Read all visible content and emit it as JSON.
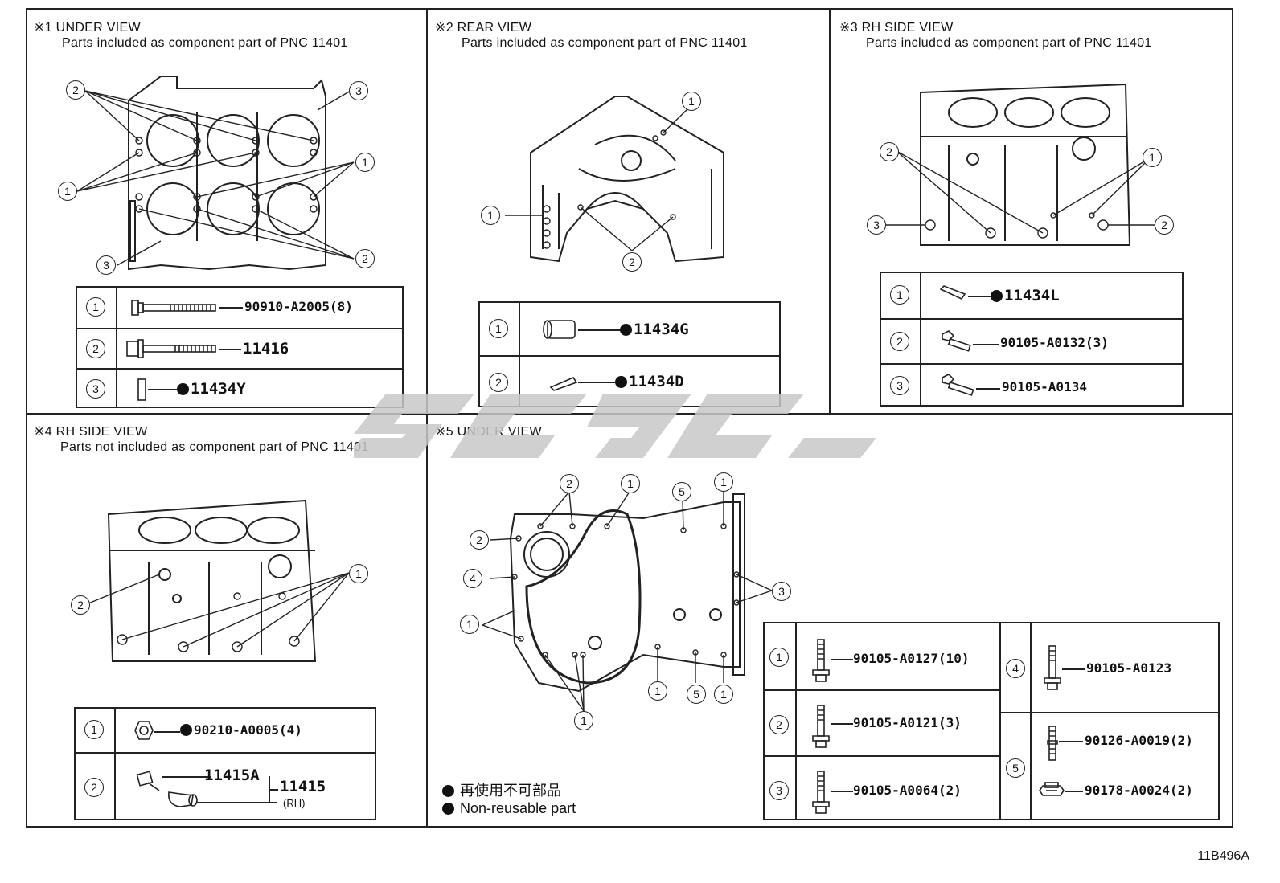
{
  "panels": [
    {
      "title": "※1 UNDER VIEW",
      "subtitle": "Parts included as component part of PNC 11401",
      "rows": [
        {
          "n": "1",
          "part": "90910-A2005(8)",
          "nr": false
        },
        {
          "n": "2",
          "part": "11416",
          "nr": false
        },
        {
          "n": "3",
          "part": "11434Y",
          "nr": true
        }
      ]
    },
    {
      "title": "※2 REAR VIEW",
      "subtitle": "Parts included as component part of PNC 11401",
      "rows": [
        {
          "n": "1",
          "part": "11434G",
          "nr": true
        },
        {
          "n": "2",
          "part": "11434D",
          "nr": true
        }
      ]
    },
    {
      "title": "※3 RH SIDE VIEW",
      "subtitle": "Parts included as component part of PNC 11401",
      "rows": [
        {
          "n": "1",
          "part": "11434L",
          "nr": true
        },
        {
          "n": "2",
          "part": "90105-A0132(3)",
          "nr": false
        },
        {
          "n": "3",
          "part": "90105-A0134",
          "nr": false
        }
      ]
    },
    {
      "title": "※4 RH SIDE VIEW",
      "subtitle": "Parts not included as component part of PNC 11401",
      "rows": [
        {
          "n": "1",
          "part": "90210-A0005(4)",
          "nr": true
        },
        {
          "n": "2",
          "part_a": "11415A",
          "part_b": "11415",
          "note": "(RH)"
        }
      ]
    },
    {
      "title": "※5 UNDER VIEW",
      "left_rows": [
        {
          "n": "1",
          "part": "90105-A0127(10)"
        },
        {
          "n": "2",
          "part": "90105-A0121(3)"
        },
        {
          "n": "3",
          "part": "90105-A0064(2)"
        }
      ],
      "right_rows": [
        {
          "n": "4",
          "part": "90105-A0123"
        },
        {
          "n": "5",
          "part_a": "90126-A0019(2)",
          "part_b": "90178-A0024(2)"
        }
      ]
    }
  ],
  "legend": {
    "jp": "再使用不可部品",
    "en": "Non-reusable part"
  },
  "callouts": [
    "1",
    "2",
    "3",
    "4",
    "5"
  ],
  "figure_id": "11B496A",
  "colors": {
    "ink": "#222222",
    "watermark": "#c8c8c8"
  }
}
